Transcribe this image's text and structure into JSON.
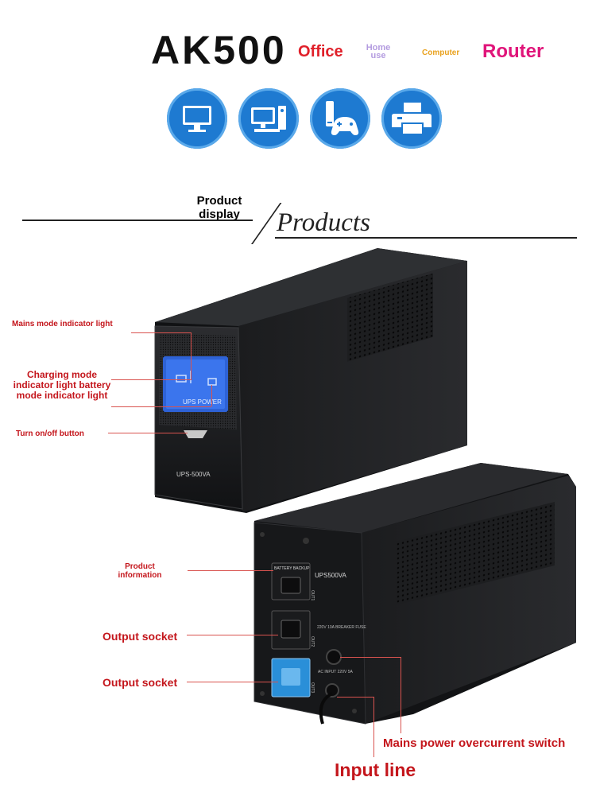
{
  "header": {
    "model": "AK500",
    "categories": {
      "office": "Office",
      "home": "Home use",
      "computer": "Computer",
      "router": "Router"
    },
    "icons": [
      "monitor-icon",
      "desktop-computer-icon",
      "game-console-icon",
      "printer-icon"
    ],
    "icon_color": "#1e7ad1"
  },
  "section": {
    "label_cn": "Product display",
    "label_en": "Products"
  },
  "front": {
    "model_label": "UPS-500VA",
    "screen_label": "UPS POWER",
    "callouts": {
      "mains": "Mains mode indicator light",
      "charging": "Charging mode indicator light battery mode indicator light",
      "power": "Turn on/off button"
    }
  },
  "back": {
    "model_label": "UPS500VA",
    "socket_badge": "BATTERY BACKUP",
    "out1": "OUT1",
    "out2": "OUT2",
    "out3": "OUT3",
    "breaker_text": "220V 10A BREAKER FUSE",
    "ac_input_text": "AC INPUT 220V 5A",
    "callouts": {
      "product_info": "Product information",
      "output1": "Output socket",
      "output2": "Output socket",
      "switch": "Mains power overcurrent switch",
      "input": "Input line"
    }
  },
  "colors": {
    "callout": "#c4161c",
    "socket_blue": "#2a8fd8"
  }
}
